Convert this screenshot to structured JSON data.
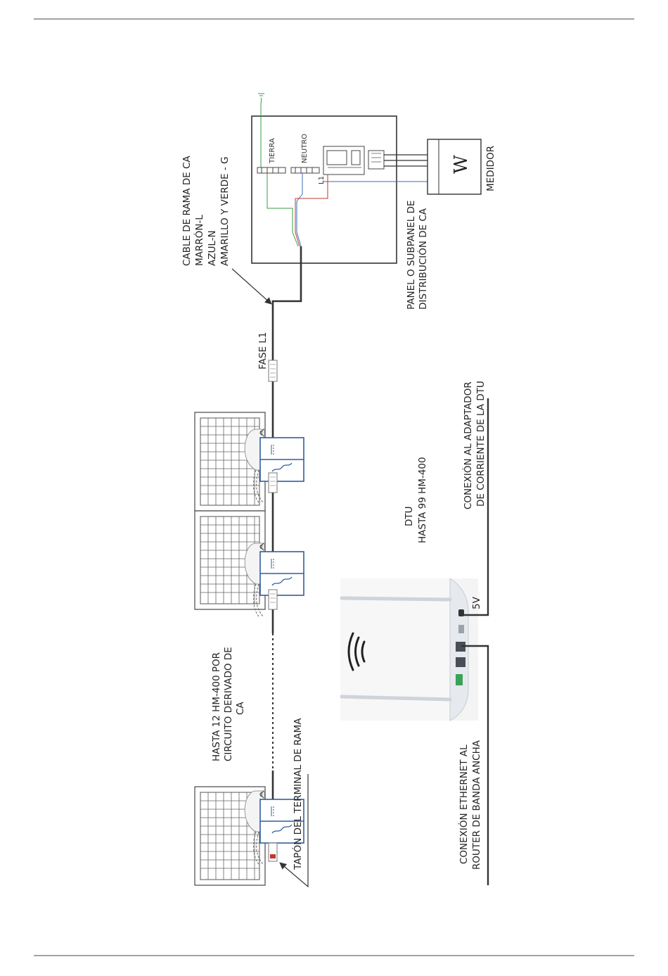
{
  "labels": {
    "cable_title": "CABLE DE RAMA DE CA",
    "cable_l": "MARRÓN-L",
    "cable_n": "AZUL-N",
    "cable_g": "AMARILLO Y VERDE - G",
    "tierra": "TIERRA",
    "neutro": "NEUTRO",
    "l1": "L1",
    "meter_symbol": "W",
    "medidor": "MEDIDOR",
    "panel_line1": "PANEL O SUBPANEL DE",
    "panel_line2": "DISTRIBUCIÓN DE CA",
    "fase": "FASE L1",
    "dtu_line1": "DTU",
    "dtu_line2": "HASTA 99 HM-400",
    "adapter_line1": "CONEXIÓN AL ADAPTADOR",
    "adapter_line2": "DE CORRIENTE DE LA DTU",
    "hasta_line1": "HASTA 12 HM-400 POR",
    "hasta_line2": "CIRCUITO DERIVADO DE",
    "hasta_line3": "CA",
    "tapon": "TAPÓN DEL TERMINAL DE RAMA",
    "ethernet_line1": "CONEXIÓN ETHERNET AL",
    "ethernet_line2": "ROUTER DE BANDA ANCHA",
    "five_v": "5V"
  },
  "colors": {
    "cable": "#333333",
    "ground_wire": "#3a9a48",
    "line_wire": "#c0392b",
    "neutral_wire": "#3a6fb8",
    "inverter_blue": "#2f5f9e",
    "rule": "#444444"
  },
  "icons": [
    "ground-icon",
    "wifi-icon",
    "sine-wave-icon",
    "antenna-icon"
  ]
}
